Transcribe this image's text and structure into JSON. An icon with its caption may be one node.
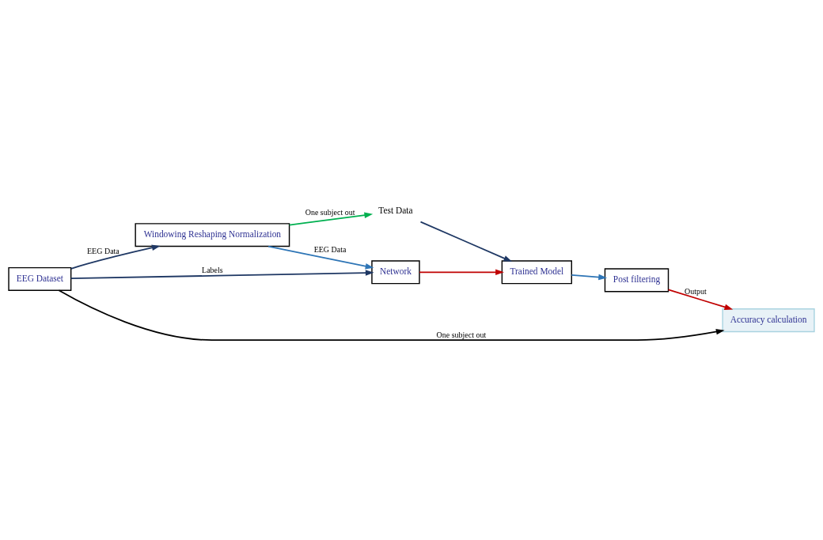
{
  "diagram": {
    "nodes": [
      {
        "text": [
          "EEG Dataset"
        ]
      },
      {
        "text": [
          "Windowing Reshaping Normalization"
        ]
      },
      {
        "text": [
          "Network"
        ]
      },
      {
        "text": [
          "Trained Model"
        ]
      },
      {
        "text": [
          "Post filtering"
        ]
      },
      {
        "text": [
          "Accuracy calculation"
        ]
      },
      {
        "text": [
          "Test Data"
        ]
      }
    ],
    "edges": [
      {
        "from": 0,
        "to": 1,
        "arrow": "to",
        "label": "EEG Data"
      },
      {
        "from": 1,
        "to": 2,
        "arrow": "to",
        "label": "EEG Data",
        "color": "#2e75b6"
      },
      {
        "from": 0,
        "to": 2,
        "arrow": "to",
        "label": "Labels"
      },
      {
        "from": 2,
        "to": 3,
        "arrow": "to",
        "color": "#c00000"
      },
      {
        "from": 3,
        "to": 4,
        "arrow": "to",
        "color": "#2e75b6"
      },
      {
        "from": 4,
        "to": 5,
        "arrow": "to",
        "label": "Output",
        "color": "#c00000"
      },
      {
        "from": 6,
        "to": 3,
        "arrow": "to"
      },
      {
        "from": 1,
        "to": 6,
        "arrow": "to",
        "label": "One subject out",
        "color": "#00b050"
      },
      {
        "from": 0,
        "to": 5,
        "arrow": "to",
        "label": "One subject out",
        "color": "#000000"
      }
    ]
  }
}
